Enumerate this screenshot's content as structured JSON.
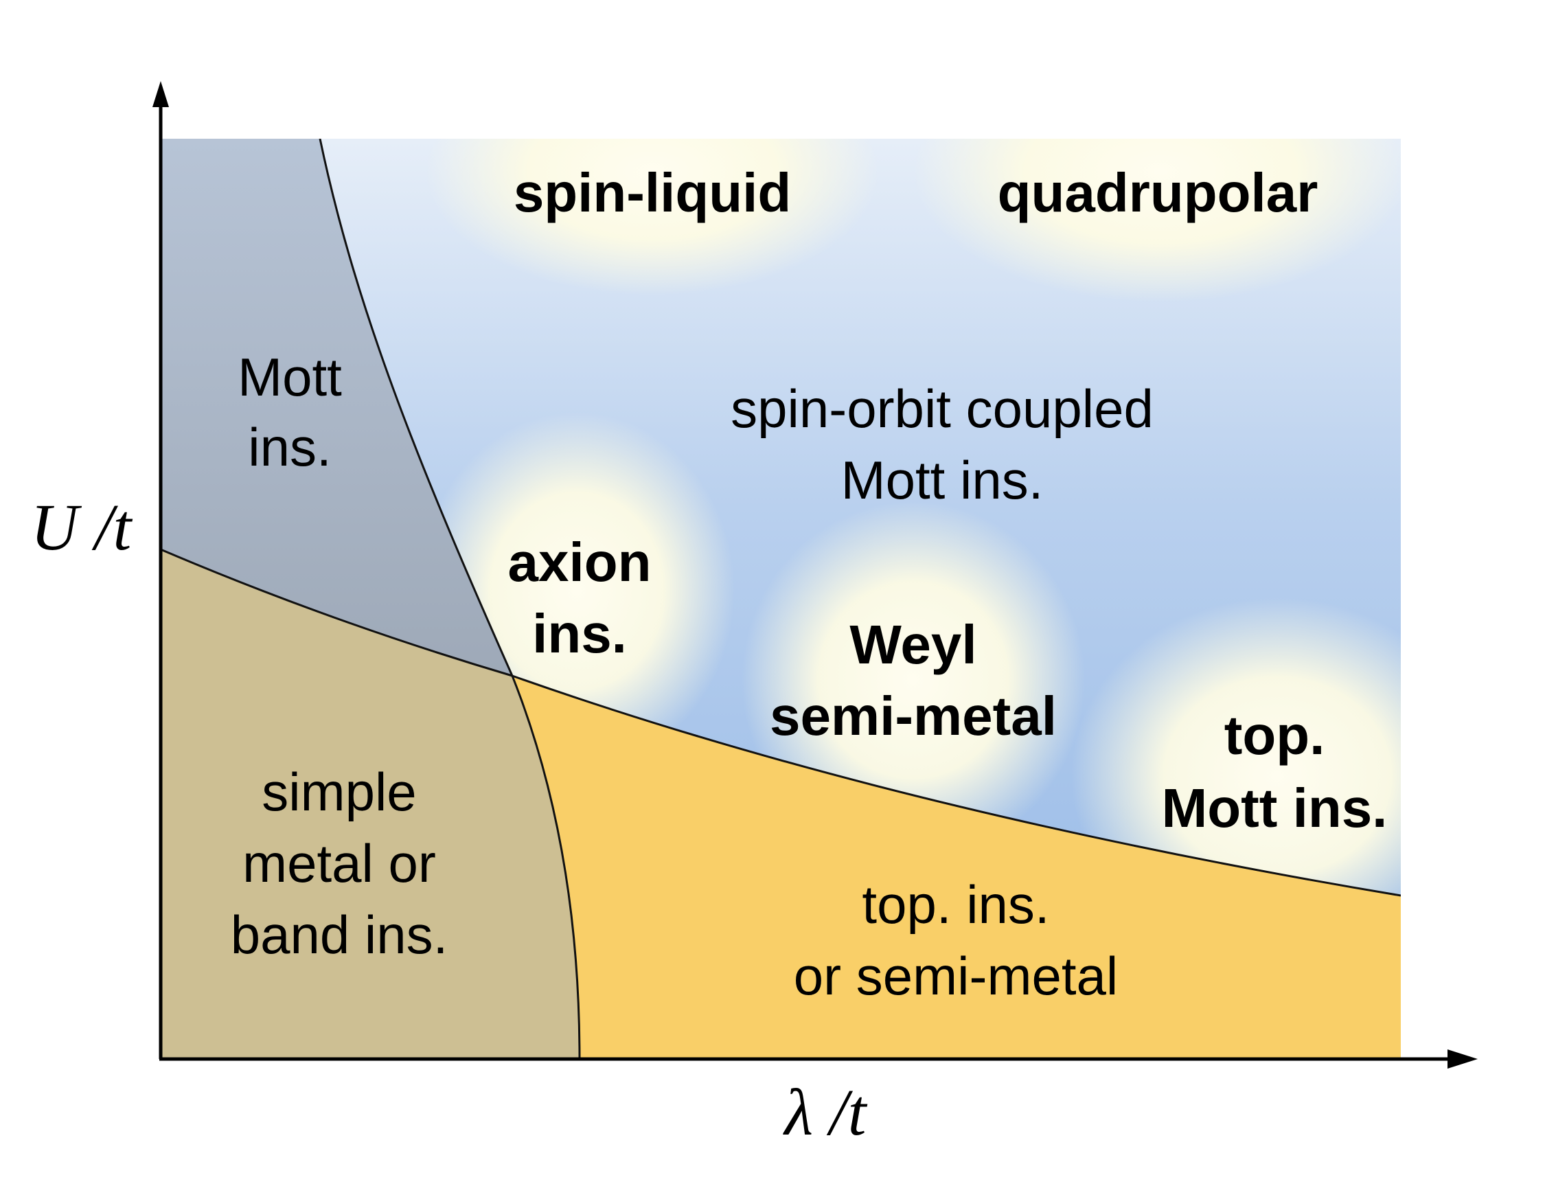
{
  "axes": {
    "x_label": "λ /t",
    "y_label": "U /t"
  },
  "regions": {
    "mott_ins": [
      "Mott",
      "ins."
    ],
    "simple_metal": [
      "simple",
      "metal or",
      "band ins."
    ],
    "spin_liquid": "spin-liquid",
    "quadrupolar": "quadrupolar",
    "so_mott": [
      "spin-orbit coupled",
      "Mott ins."
    ],
    "axion": [
      "axion",
      "ins."
    ],
    "weyl": [
      "Weyl",
      "semi-metal"
    ],
    "top_mott": [
      "top.",
      "Mott ins."
    ],
    "top_ins": [
      "top. ins.",
      "or semi-metal"
    ]
  },
  "colors": {
    "correlated_region": "#a9c6ea",
    "mott_region": "#9ea9b8",
    "metal_region": "#cdbf93",
    "topological_region": "#f9cf68",
    "exotic_phase_glow": "#fdfce6",
    "boundary_line": "#111111"
  }
}
